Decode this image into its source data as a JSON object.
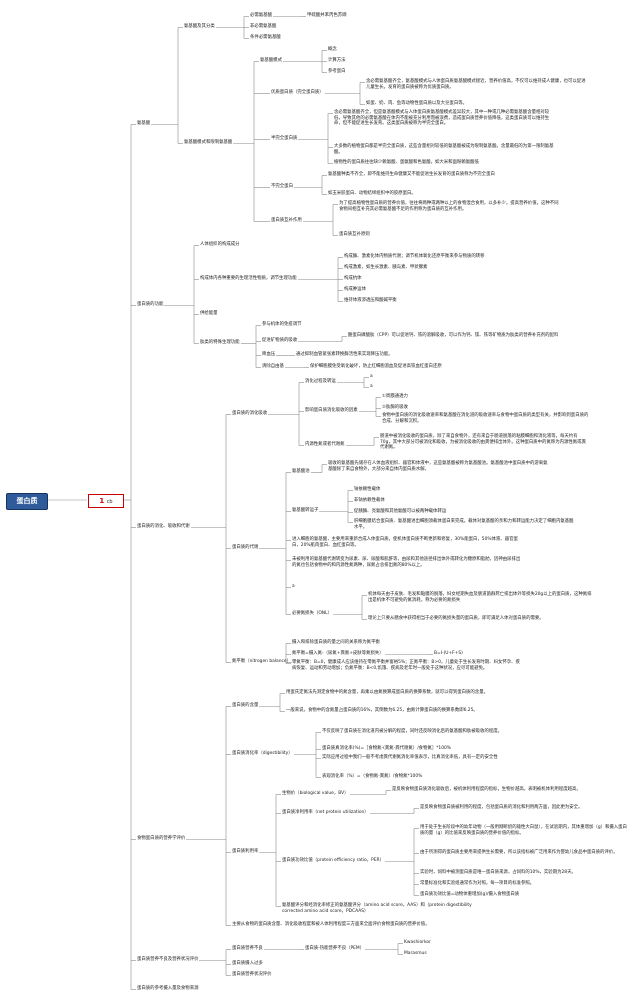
{
  "root": "蛋白质",
  "badge": {
    "num": "1",
    "label": "cb"
  },
  "b1": {
    "title": "氨基酸",
    "cls": "氨基酸及其分类",
    "ess": "必需氨基酸",
    "ess_note": "甲硫酸并苯丙色苏缬",
    "semi": "非必需氨基酸",
    "cond": "条件必需氨基酸",
    "pattern": "氨基酸模式和限制氨基酸",
    "mode": "氨基酸模式",
    "m1": "概念",
    "m2": "计算方法",
    "m3": "参考蛋白",
    "q1": "优质蛋白质（完全蛋白质）",
    "q1a": "含必需氨基酸齐全，氨基酸模式与人体蛋白质氨基酸模式接近，营养价值高，不仅可以维持成人健康，也可以促进儿童生长。发育的蛋白质被称为优质蛋白质。",
    "q1b": "如蛋、奶、肉、鱼等动物性蛋白质以及大豆蛋白等。",
    "q2": "半完全蛋白质",
    "q2a": "含必需氨基酸齐全，但是氨基酸模式与人体蛋白质氨基酸模式差异较大，其中一种或几种必需氨基酸含量相对较低，导致其他的必需氨基酸在体内不能被充分利用而被浪费，造成蛋白质营养价值降低，这类蛋白质可以维持生命，但不能促进生长发育。这类蛋白质被称为半完全蛋白。",
    "q2b": "大多数的植物蛋白都是半完全蛋白质，这些含量相对较低的氨基酸被成为限制氨基酸。含量最低的为第一限制氨基酸。",
    "q2c": "植物性的蛋白质往往缺少赖氨酸、蛋氨酸和色氨酸，如大米和面粉赖氨酸低",
    "q3": "不完全蛋白",
    "q3a": "氨基酸种类不齐全，即不能维持生命健康又不能促进生长发育的蛋白质称为不完全蛋白",
    "q3b": "如玉米胶蛋白、动物结缔组织中的胶原蛋白。",
    "comp": "蛋白质互补作用",
    "comp_a": "为了提高植物性蛋白质的营养价值，往往将两种或两种以上的食物混合食用，以多补少，提高营养价值，这种不同食物间相互补充其必需氨基酸不足的作用称为蛋白质的互补作用。",
    "comp_b": "蛋白质互补原则"
  },
  "b2": {
    "title": "蛋白质的功能",
    "f1": "人体组织的构成成分",
    "f2": "构成体内各种重要的生理活性物质，调节生理功能",
    "f2a": "构成酶、激素化体内物质代谢；调节机体氧化还原平衡来参与物质的转移",
    "f2b": "构成激素，如生长激素、胰岛素、甲状腺素",
    "f2c": "构成抗体",
    "f2d": "构成肿运体",
    "f2e": "维持体液渗透压和酸碱平衡",
    "f3": "供给能量",
    "f4": "肽类的特殊生理功能",
    "f4a": "参与机体的免疫调节",
    "f4b": "促进矿物质的吸收",
    "f4b_note": "酪蛋白磷酸肽（CPP）可以促进钙、铁的溶解吸收，可以作为钙、镁、铁等矿物质为肽类的营养补充剂的配料",
    "f4c": "降血压",
    "f4c_note": "通过抑制血管紧张素转换酶活性来实现降压功能。",
    "f4d": "清除自由基",
    "f4d_note": "保护细胞膜免受氧化破坏，防止红细胞溶血及促进高铁血红蛋白还原"
  },
  "b3": {
    "title": "蛋白质的消化、吸收和代谢",
    "dig": "蛋白质的消化吸收",
    "d1": "消化过程及转运",
    "d1a": "a",
    "d1b": "a",
    "d2": "影响蛋白质消化吸收的因素",
    "d2a": "①周膜通透力",
    "d2b": "②肽酶的吸收",
    "d2c": "食物中蛋白质的消化吸收速率和氨基酸在消化道的吸收速率与食物中蛋白质的类型有关，并影响到蛋白质的合成、分解和沉积。",
    "d3": "内源性氮或者代谢氮",
    "d3a": "肠道中被消化吸收的蛋白质，除了来自食物外，还有来自于肠道脱落的粘膜细胞和消化液等，每天约有70g，其中大部分可被消化和吸收，为被消化吸收的由粪便排出体外。这种蛋白质中的氮称为内源性氮或粪代谢氮。",
    "met": "蛋白质的代谢",
    "p1": "氨基酸池",
    "p1a": "吸收的氨基酸先储存在人体血液组织、器官和体液中，这些氨基酸被称为氨基酸池。氨基酸池中蛋白质中的游离氨基酸除了来自食物外，大部分来自体内蛋白质水解。",
    "p2": "氨基酸转运子",
    "p2a": "钠依赖性载体",
    "p2b": "非钠依赖性载体",
    "p2c": "促胰酶、亮氨酸和其他氨酸可以被两种载体转运",
    "p2d": "肝细胞膜结合蛋白质、氨基酸进出细胞须载体蛋白来完成。载体对氨基酸的亲和力和转运能力决定了细胞内氨基酸水平。",
    "p3": "进入细胞的氨基酸，主要用来重新合成人体蛋白质，使机体蛋白质不断更新和修复，30%能蛋白，50%体液、器官蛋白，20%肌肉蛋白、血红蛋白等。",
    "p4": "未被利用的氨基酸代谢转变为尿素、尿、尿酸和肌酐等，由尿和其他途径排出体外或转化为糖原和脂肪，因神由尿排出的氮也包括食物中的和内源性氮两种，尿氮占总排出氮的80%以上。",
    "p5": "a",
    "p6": "必要氮损失（ONL）",
    "p6a": "机体每天由于皮肤、毛发和黏膜的脱落，妇女经期失血及肠道菌群死亡排出体外等损失20g以上的蛋白质，这种氮排出是机体不可避免的氮消耗，称为必要的氮损失",
    "p6b": "理论上只要从膳食中获得相当于必要的氮损失量的蛋白质，即可满足人体对蛋白质的需要。",
    "bal": "氮平衡（nitrogen balance）",
    "bal_a": "摄入和排除蛋白质的量之间的关系称为氮平衡",
    "bal_b": "氮平衡=摄入氮-（尿氮+粪氮+皮肤等氮损失）",
    "bal_b_eq": "B=I-(U+F+S)",
    "bal_c": "零氮平衡：B=0，健康成人应该维持在零氮平衡并富裕5%；正氮平衡：B>0，儿童处于生长发育时期、妇女怀孕、疾病恢复、运动和劳动增加；负氮平衡：B<0,饥饿、疾病及老年时一般处于这种状况，应尽可能避免。"
  },
  "b4": {
    "title": "食物蛋白质的营养学评价",
    "c1": "蛋白质的含量",
    "c1a": "用蛋氏定氮法先测定食物中的氮含量，再乘以由氮换算成蛋白质的换算系数，就可以得到蛋白质的含量。",
    "c1b": "一般来说，食物中的含氮量占蛋白质的16%，其倒数为6.25，由氮计算蛋白质的换算系数即6.25。",
    "c2": "蛋白质消化率（digestibility）",
    "c2a": "不仅反映了蛋白质在消化道内被分解的程度，同时还反映消化后的氨基酸和肽被吸收的程度。",
    "c2b": "蛋白质真消化率(%)=［食物氮-(粪氮-粪代谢氮）/食物氮］*100%",
    "c2c": "实际应用过程中我们一般不考虑粪代谢氮消化率值表示，比真消化率低，具有一定的安全性",
    "c2d": "表观消化率（%）=（食物氮-粪氮）/食物氮*100%",
    "c3": "蛋白质利用率",
    "u1": "生物价（biological value，BV）",
    "u1_note": "是反映食物蛋白质消化吸收后，被机体利用程度的指标，生物价越高，表明被机体利用程度越高。",
    "u2": "蛋白质净利用率（net protein utilization）",
    "u2_note": "是反映食物蛋白质被利用的程度，包括蛋白质的消化和利用两方面，因此更为安全。",
    "u3": "蛋白质功效比值（protein efficiency ratio，PER）",
    "u3a": "用于处于生长阶段中的幼年动物（一般用刚断奶的雄性大白鼠），在试验期内，其体重增加（g）和摄入蛋白质的量（g）的比值来反映蛋白质的营养价值的指标。",
    "u3b": "由于所测得的蛋白质主要用来提供生长需要，所以该指标被广泛用来作为婴幼儿食品中蛋白质的评价。",
    "u3c": "实验时，饲料中被测蛋白质是唯一蛋白质来源，占饲料的10%，实验期为28天。",
    "u3d": "常量标准化和实验组通常作为对照，每一项目的标准参照。",
    "u3e": "蛋白质功效比值=动物体重增加(g)/摄入食物蛋白质",
    "c4": "氨基酸评分和经消化率修正的氨基酸评分（amino acid score，AAS）和（protein digestibility corrected amino acid score，PDCAAS）",
    "c5": "主要从食物的蛋白质含量、消化吸收程度和被人体利用程度三方面来全面评价食物蛋白质的营养价值。"
  },
  "b5": {
    "title": "蛋白质营养不良及营养状况评价",
    "n1": "蛋白质营养不良",
    "n1a": "蛋白质-热能营养不良（PEM）",
    "n1a1": "Kwashiorkor",
    "n1a2": "Marasmus",
    "n2": "蛋白质摄入过多",
    "n3": "蛋白质营养状况评价"
  },
  "b6": {
    "title": "蛋白质的参考摄入量及食物来源"
  }
}
